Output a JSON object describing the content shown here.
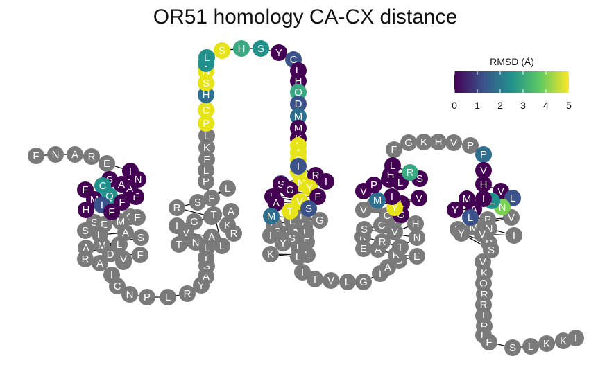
{
  "title": "OR51 homology CA-CX distance",
  "legend": {
    "title": "RMSD (Å)",
    "ticks": [
      "0",
      "1",
      "2",
      "3",
      "4",
      "5"
    ],
    "colors": [
      "#440154",
      "#3b528b",
      "#21918c",
      "#5ec962",
      "#fde725"
    ]
  },
  "colors": {
    "grey": "#7a7a7a",
    "d0": "#440154",
    "d1": "#3b528b",
    "t2": "#2e6e8e",
    "t3": "#21918c",
    "g35": "#3aa981",
    "g4": "#7ad151",
    "y5": "#e6e419"
  },
  "chart_data": {
    "type": "table",
    "residues": [
      {
        "aa": "F",
        "c": "grey"
      },
      {
        "aa": "N",
        "c": "grey"
      },
      {
        "aa": "A",
        "c": "grey"
      },
      {
        "aa": "R",
        "c": "grey"
      },
      {
        "aa": "E",
        "c": "grey"
      },
      {
        "aa": "I",
        "c": "d0"
      },
      {
        "aa": "N",
        "c": "d0"
      },
      {
        "aa": "F",
        "c": "d0"
      },
      {
        "aa": "A",
        "c": "d0"
      },
      {
        "aa": "A",
        "c": "d0"
      },
      {
        "aa": "S",
        "c": "d0"
      },
      {
        "aa": "C",
        "c": "t3"
      },
      {
        "aa": "F",
        "c": "d0"
      },
      {
        "aa": "M",
        "c": "d0"
      },
      {
        "aa": "Q",
        "c": "t3"
      },
      {
        "aa": "F",
        "c": "d0"
      },
      {
        "aa": "I",
        "c": "d1"
      },
      {
        "aa": "H",
        "c": "d0"
      },
      {
        "aa": "S",
        "c": "grey"
      },
      {
        "aa": "F",
        "c": "d0"
      },
      {
        "aa": "G",
        "c": "grey"
      },
      {
        "aa": "E",
        "c": "grey"
      },
      {
        "aa": "M",
        "c": "grey"
      },
      {
        "aa": "F",
        "c": "grey"
      },
      {
        "aa": "S",
        "c": "grey"
      },
      {
        "aa": "L",
        "c": "grey"
      },
      {
        "aa": "A",
        "c": "grey"
      },
      {
        "aa": "S",
        "c": "grey"
      },
      {
        "aa": "M",
        "c": "grey"
      },
      {
        "aa": "L",
        "c": "grey"
      },
      {
        "aa": "A",
        "c": "grey"
      },
      {
        "aa": "D",
        "c": "grey"
      },
      {
        "aa": "F",
        "c": "grey"
      },
      {
        "aa": "F",
        "c": "grey"
      },
      {
        "aa": "V",
        "c": "grey"
      },
      {
        "aa": "R",
        "c": "grey"
      },
      {
        "aa": "A",
        "c": "grey"
      },
      {
        "aa": "I",
        "c": "grey"
      },
      {
        "aa": "C",
        "c": "grey"
      },
      {
        "aa": "N",
        "c": "grey"
      },
      {
        "aa": "P",
        "c": "grey"
      },
      {
        "aa": "L",
        "c": "grey"
      },
      {
        "aa": "R",
        "c": "grey"
      },
      {
        "aa": "Y",
        "c": "grey"
      },
      {
        "aa": "A",
        "c": "grey"
      },
      {
        "aa": "S",
        "c": "grey"
      },
      {
        "aa": "I",
        "c": "grey"
      },
      {
        "aa": "L",
        "c": "grey"
      },
      {
        "aa": "T",
        "c": "grey"
      },
      {
        "aa": "N",
        "c": "grey"
      },
      {
        "aa": "A",
        "c": "grey"
      },
      {
        "aa": "V",
        "c": "grey"
      },
      {
        "aa": "I",
        "c": "grey"
      },
      {
        "aa": "G",
        "c": "grey"
      },
      {
        "aa": "L",
        "c": "grey"
      },
      {
        "aa": "R",
        "c": "grey"
      },
      {
        "aa": "S",
        "c": "grey"
      },
      {
        "aa": "L",
        "c": "grey"
      },
      {
        "aa": "F",
        "c": "grey"
      },
      {
        "aa": "T",
        "c": "grey"
      },
      {
        "aa": "A",
        "c": "grey"
      },
      {
        "aa": "K",
        "c": "grey"
      },
      {
        "aa": "R",
        "c": "grey"
      },
      {
        "aa": "L",
        "c": "grey"
      },
      {
        "aa": "P",
        "c": "grey"
      },
      {
        "aa": "L",
        "c": "grey"
      },
      {
        "aa": "F",
        "c": "grey"
      },
      {
        "aa": "K",
        "c": "grey"
      },
      {
        "aa": "L",
        "c": "grey"
      },
      {
        "aa": "P",
        "c": "y5"
      },
      {
        "aa": "C",
        "c": "y5"
      },
      {
        "aa": "H",
        "c": "t2"
      },
      {
        "aa": "S",
        "c": "y5"
      },
      {
        "aa": "N",
        "c": "y5"
      },
      {
        "aa": "V",
        "c": "t3"
      },
      {
        "aa": "L",
        "c": "t3"
      },
      {
        "aa": "S",
        "c": "y5"
      },
      {
        "aa": "H",
        "c": "g35"
      },
      {
        "aa": "S",
        "c": "t3"
      },
      {
        "aa": "Y",
        "c": "d0"
      },
      {
        "aa": "C",
        "c": "d1"
      },
      {
        "aa": "L",
        "c": "d0"
      },
      {
        "aa": "H",
        "c": "d0"
      },
      {
        "aa": "Q",
        "c": "g35"
      },
      {
        "aa": "D",
        "c": "d1"
      },
      {
        "aa": "M",
        "c": "t2"
      },
      {
        "aa": "M",
        "c": "d0"
      },
      {
        "aa": "K",
        "c": "d0"
      },
      {
        "aa": "L",
        "c": "y5"
      },
      {
        "aa": "A",
        "c": "y5"
      },
      {
        "aa": "C",
        "c": "y5"
      },
      {
        "aa": "A",
        "c": "y5"
      },
      {
        "aa": "D",
        "c": "y5"
      },
      {
        "aa": "I",
        "c": "d1"
      },
      {
        "aa": "R",
        "c": "d0"
      },
      {
        "aa": "F",
        "c": "d1"
      },
      {
        "aa": "N",
        "c": "y5"
      },
      {
        "aa": "I",
        "c": "d0"
      },
      {
        "aa": "Y",
        "c": "y5"
      },
      {
        "aa": "S",
        "c": "d0"
      },
      {
        "aa": "G",
        "c": "d0"
      },
      {
        "aa": "F",
        "c": "d0"
      },
      {
        "aa": "L",
        "c": "d0"
      },
      {
        "aa": "V",
        "c": "y5"
      },
      {
        "aa": "A",
        "c": "d0"
      },
      {
        "aa": "T",
        "c": "y5"
      },
      {
        "aa": "S",
        "c": "d1"
      },
      {
        "aa": "L",
        "c": "grey"
      },
      {
        "aa": "G",
        "c": "grey"
      },
      {
        "aa": "M",
        "c": "t2"
      },
      {
        "aa": "D",
        "c": "grey"
      },
      {
        "aa": "L",
        "c": "grey"
      },
      {
        "aa": "L",
        "c": "grey"
      },
      {
        "aa": "S",
        "c": "grey"
      },
      {
        "aa": "I",
        "c": "grey"
      },
      {
        "aa": "S",
        "c": "grey"
      },
      {
        "aa": "L",
        "c": "grey"
      },
      {
        "aa": "F",
        "c": "grey"
      },
      {
        "aa": "I",
        "c": "grey"
      },
      {
        "aa": "Y",
        "c": "grey"
      },
      {
        "aa": "L",
        "c": "grey"
      },
      {
        "aa": "L",
        "c": "grey"
      },
      {
        "aa": "K",
        "c": "grey"
      },
      {
        "aa": "L",
        "c": "grey"
      },
      {
        "aa": "I",
        "c": "grey"
      },
      {
        "aa": "T",
        "c": "grey"
      },
      {
        "aa": "V",
        "c": "grey"
      },
      {
        "aa": "L",
        "c": "grey"
      },
      {
        "aa": "G",
        "c": "grey"
      },
      {
        "aa": "I",
        "c": "grey"
      },
      {
        "aa": "A",
        "c": "grey"
      },
      {
        "aa": "S",
        "c": "grey"
      },
      {
        "aa": "E",
        "c": "grey"
      },
      {
        "aa": "R",
        "c": "grey"
      },
      {
        "aa": "A",
        "c": "grey"
      },
      {
        "aa": "E",
        "c": "grey"
      },
      {
        "aa": "K",
        "c": "grey"
      },
      {
        "aa": "R",
        "c": "grey"
      },
      {
        "aa": "T",
        "c": "grey"
      },
      {
        "aa": "N",
        "c": "grey"
      },
      {
        "aa": "S",
        "c": "grey"
      },
      {
        "aa": "C",
        "c": "grey"
      },
      {
        "aa": "V",
        "c": "grey"
      },
      {
        "aa": "H",
        "c": "grey"
      },
      {
        "aa": "I",
        "c": "grey"
      },
      {
        "aa": "C",
        "c": "grey"
      },
      {
        "aa": "A",
        "c": "grey"
      },
      {
        "aa": "V",
        "c": "grey"
      },
      {
        "aa": "V",
        "c": "grey"
      },
      {
        "aa": "V",
        "c": "d0"
      },
      {
        "aa": "L",
        "c": "d0"
      },
      {
        "aa": "G",
        "c": "d0"
      },
      {
        "aa": "Y",
        "c": "y5"
      },
      {
        "aa": "I",
        "c": "d0"
      },
      {
        "aa": "M",
        "c": "t2"
      },
      {
        "aa": "V",
        "c": "d0"
      },
      {
        "aa": "P",
        "c": "d0"
      },
      {
        "aa": "F",
        "c": "d0"
      },
      {
        "aa": "L",
        "c": "d0"
      },
      {
        "aa": "S",
        "c": "d0"
      },
      {
        "aa": "H",
        "c": "d0"
      },
      {
        "aa": "R",
        "c": "g35"
      },
      {
        "aa": "L",
        "c": "d0"
      },
      {
        "aa": "F",
        "c": "grey"
      },
      {
        "aa": "G",
        "c": "grey"
      },
      {
        "aa": "K",
        "c": "grey"
      },
      {
        "aa": "H",
        "c": "grey"
      },
      {
        "aa": "V",
        "c": "grey"
      },
      {
        "aa": "P",
        "c": "grey"
      },
      {
        "aa": "P",
        "c": "t2"
      },
      {
        "aa": "V",
        "c": "d0"
      },
      {
        "aa": "H",
        "c": "d0"
      },
      {
        "aa": "V",
        "c": "d0"
      },
      {
        "aa": "L",
        "c": "d1"
      },
      {
        "aa": "N",
        "c": "g4"
      },
      {
        "aa": "L",
        "c": "t3"
      },
      {
        "aa": "I",
        "c": "d0"
      },
      {
        "aa": "M",
        "c": "d0"
      },
      {
        "aa": "Y",
        "c": "d0"
      },
      {
        "aa": "A",
        "c": "d0"
      },
      {
        "aa": "L",
        "c": "d1"
      },
      {
        "aa": "P",
        "c": "grey"
      },
      {
        "aa": "V",
        "c": "grey"
      },
      {
        "aa": "P",
        "c": "grey"
      },
      {
        "aa": "M",
        "c": "grey"
      },
      {
        "aa": "N",
        "c": "grey"
      },
      {
        "aa": "I",
        "c": "grey"
      },
      {
        "aa": "V",
        "c": "grey"
      },
      {
        "aa": "P",
        "c": "grey"
      },
      {
        "aa": "Y",
        "c": "grey"
      },
      {
        "aa": "S",
        "c": "grey"
      },
      {
        "aa": "V",
        "c": "grey"
      },
      {
        "aa": "K",
        "c": "grey"
      },
      {
        "aa": "Q",
        "c": "grey"
      },
      {
        "aa": "R",
        "c": "grey"
      },
      {
        "aa": "R",
        "c": "grey"
      },
      {
        "aa": "I",
        "c": "grey"
      },
      {
        "aa": "R",
        "c": "grey"
      },
      {
        "aa": "L",
        "c": "grey"
      },
      {
        "aa": "F",
        "c": "grey"
      },
      {
        "aa": "S",
        "c": "grey"
      },
      {
        "aa": "L",
        "c": "grey"
      },
      {
        "aa": "K",
        "c": "grey"
      },
      {
        "aa": "K",
        "c": "grey"
      },
      {
        "aa": "I",
        "c": "grey"
      }
    ]
  }
}
